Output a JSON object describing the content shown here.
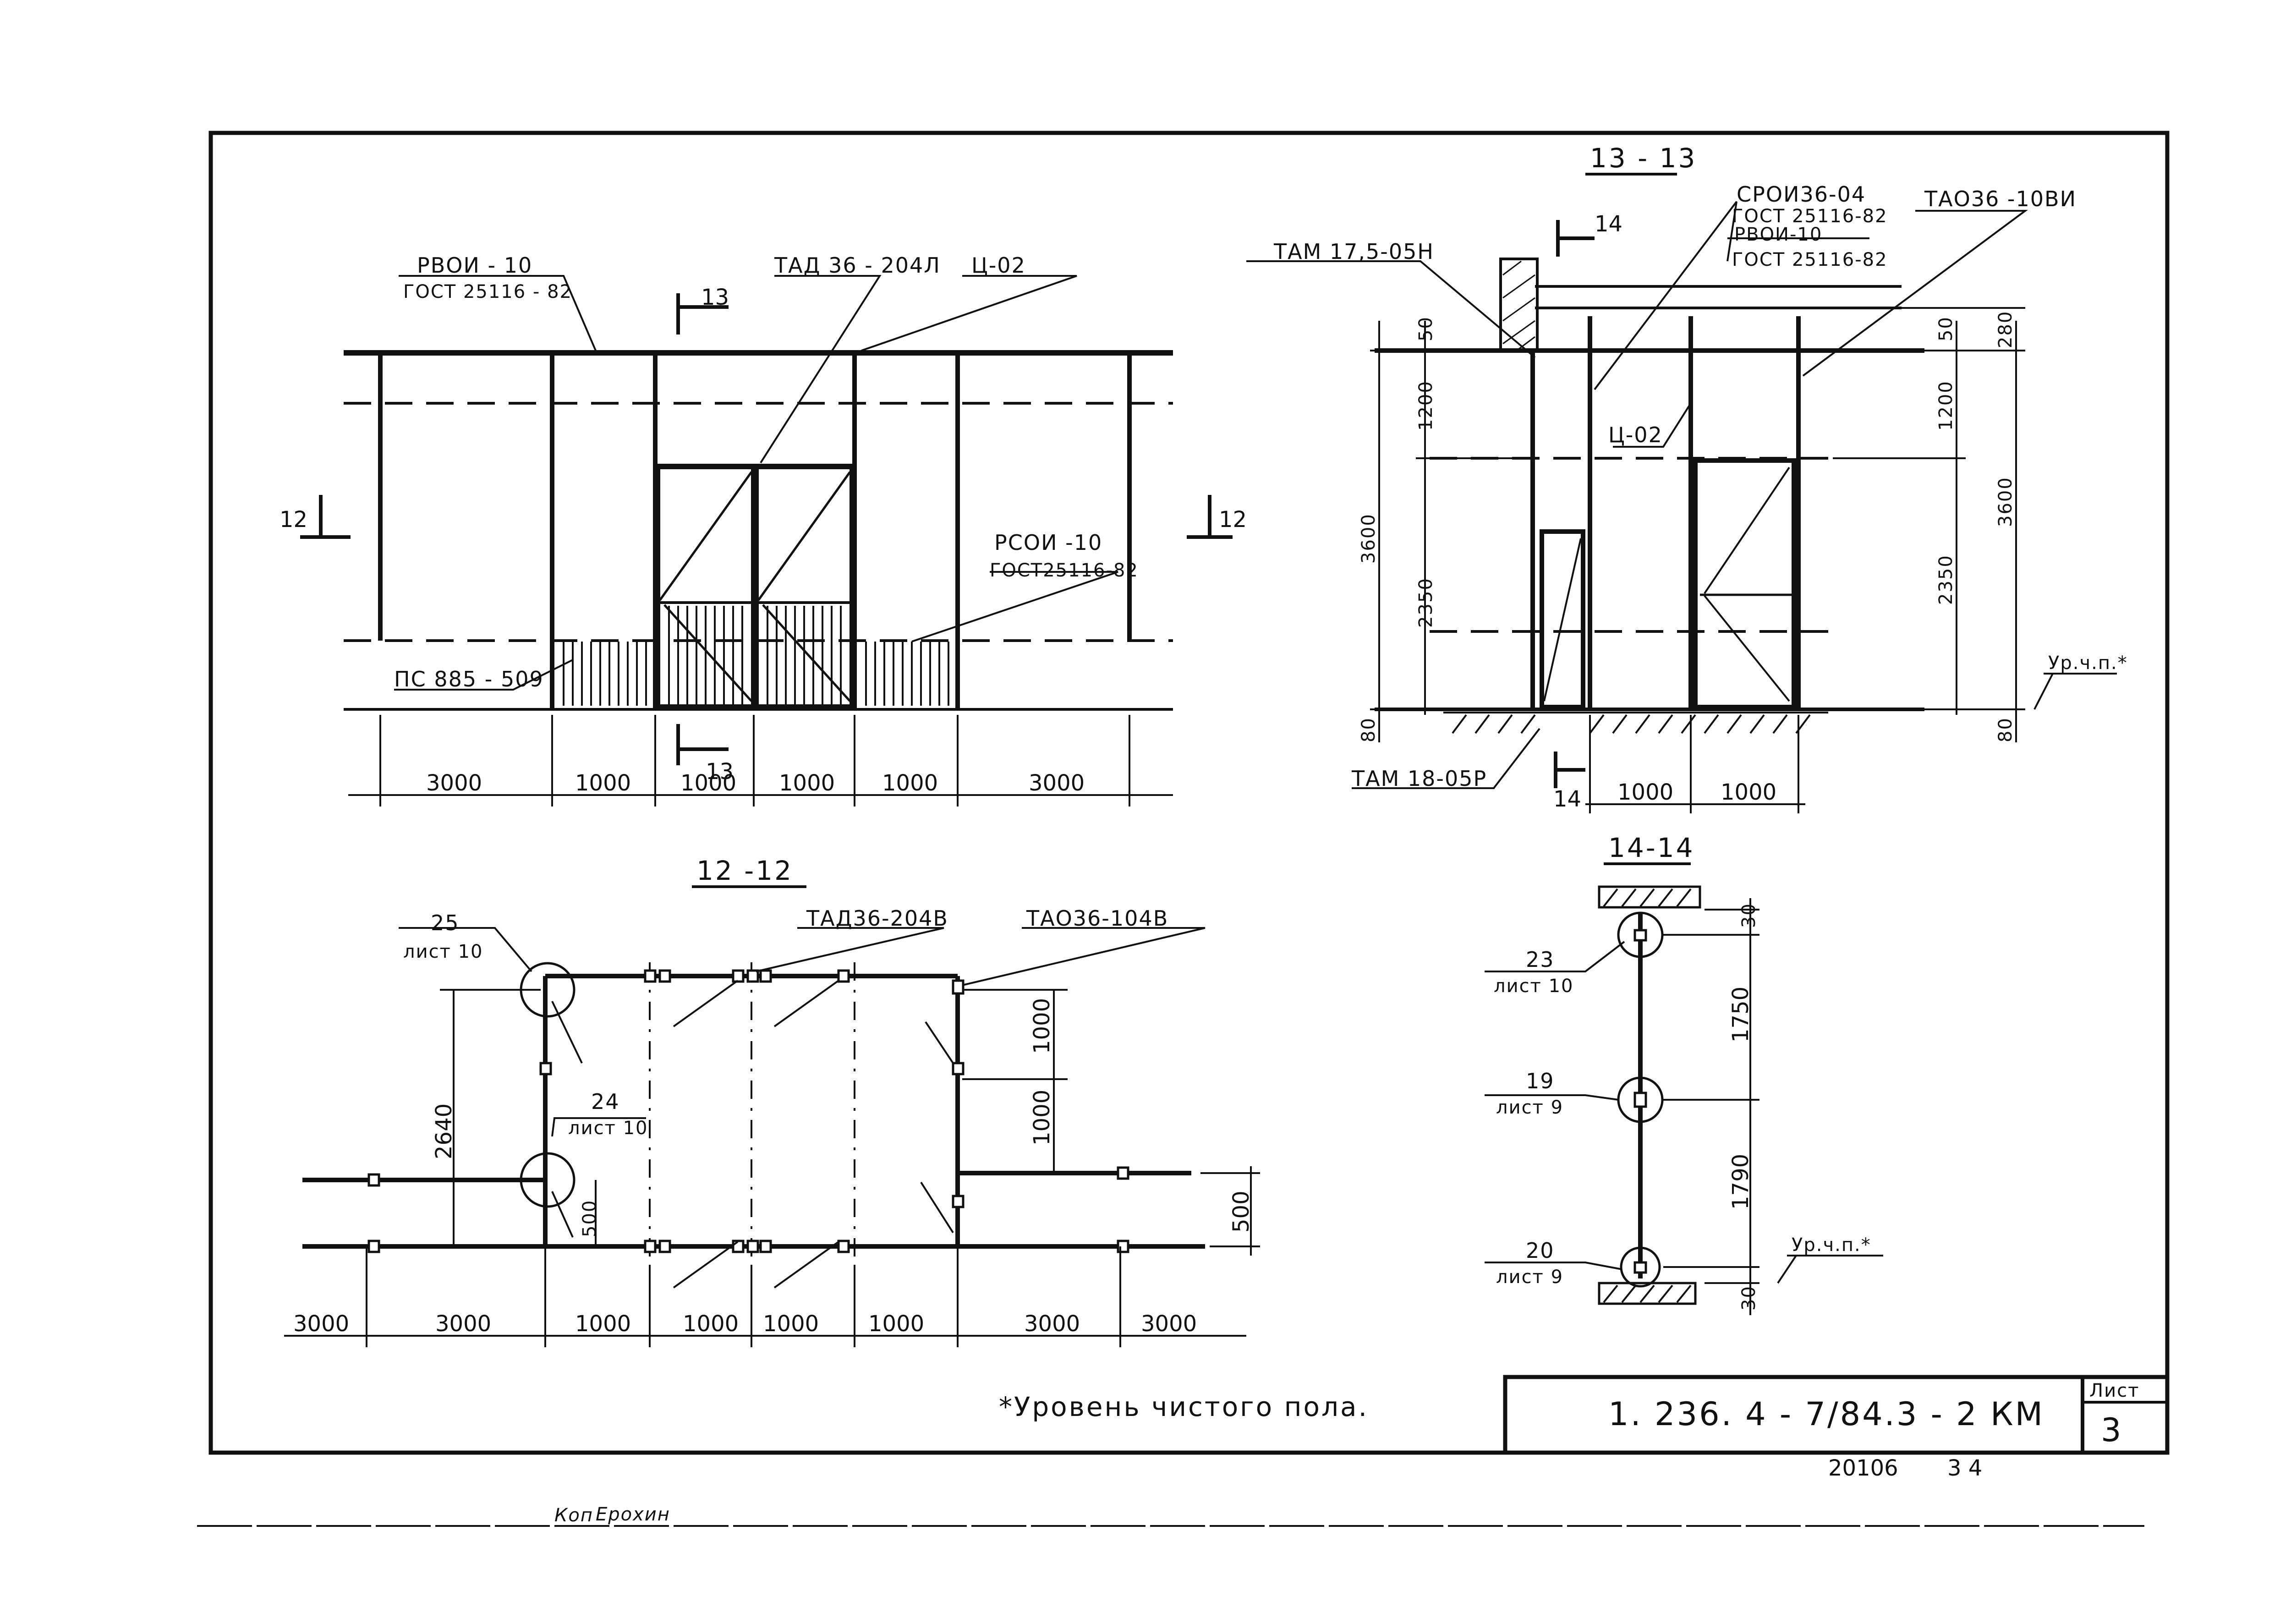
{
  "elevation": {
    "labels": {
      "rvoi": "РВОИ - 10",
      "rvoi_gost": "ГОСТ 25116 - 82",
      "door": "ТАД 36 - 204Л",
      "c02": "Ц-02",
      "rsoi": "РСОИ -10",
      "rsoi_gost": "ГОСТ25116-82",
      "panel": "ПС 885 - 509",
      "cut12_left": "12",
      "cut12_right": "12",
      "cut13_top": "13",
      "cut13_bottom": "13"
    },
    "dims": [
      "3000",
      "1000",
      "1000",
      "1000",
      "1000",
      "3000"
    ]
  },
  "section_13": {
    "title": "13 - 13",
    "labels": {
      "tam175": "ТАМ 17,5-05Н",
      "sroi": "СРОИ36-04",
      "sroi_gost": "ГОСТ 25116-82",
      "rvoi": "РВОИ-10",
      "rvoi_gost": "ГОСТ 25116-82",
      "tao": "ТАО36 -10ВИ",
      "c02": "Ц-02",
      "tam18": "ТАМ 18-05Р",
      "cut14_top": "14",
      "cut14_bottom": "14",
      "floor": "Ур.ч.п.*"
    },
    "dims_left": [
      "50",
      "1200",
      "2350",
      "3600",
      "80"
    ],
    "dims_right": [
      "50",
      "280",
      "1200",
      "3600",
      "2350",
      "80"
    ],
    "dims_bottom": [
      "1000",
      "1000"
    ]
  },
  "section_12": {
    "title": "12 -12",
    "labels": {
      "node25": "25",
      "node25_sheet": "лист 10",
      "node24": "24",
      "node24_sheet": "лист 10",
      "door": "ТАД36-204В",
      "tao": "ТАО36-104В"
    },
    "dims_vertical": [
      "2640",
      "500",
      "1000",
      "1000",
      "500"
    ],
    "dims_bottom": [
      "3000",
      "3000",
      "1000",
      "1000",
      "1000",
      "1000",
      "3000",
      "3000"
    ]
  },
  "section_14": {
    "title": "14-14",
    "labels": {
      "node23": "23",
      "node23_sheet": "лист 10",
      "node19": "19",
      "node19_sheet": "лист 9",
      "node20": "20",
      "node20_sheet": "лист 9",
      "floor": "Ур.ч.п.*"
    },
    "dims": [
      "30",
      "1750",
      "1790",
      "30"
    ]
  },
  "footnote": "*Уровень чистого пола.",
  "title_block": {
    "code": "1. 236. 4 - 7/84.3 - 2 КМ",
    "sheet_label": "Лист",
    "sheet_number": "3"
  },
  "below_frame": {
    "number": "20106",
    "page": "3 4",
    "copied": "Коп",
    "copier": "Ерохин"
  }
}
